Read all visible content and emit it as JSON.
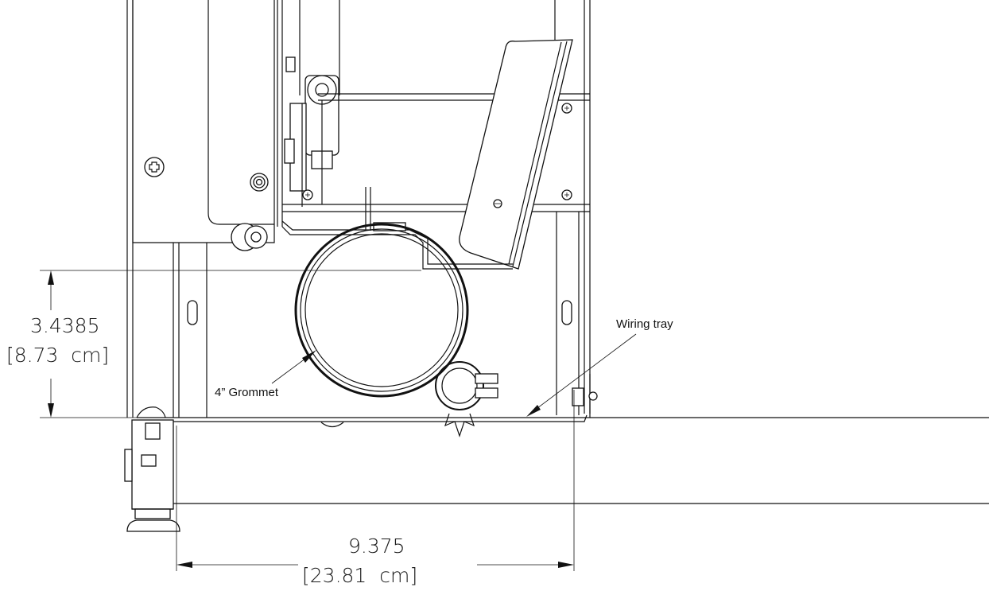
{
  "dimensions": {
    "height_in": "3.4385",
    "height_cm": "[8.73  cm]",
    "width_in": "9.375",
    "width_cm": "[23.81  cm]"
  },
  "callouts": {
    "wiring_tray": "Wiring tray",
    "grommet": "4” Grommet"
  },
  "colors": {
    "line": "#111111",
    "background": "#ffffff"
  }
}
